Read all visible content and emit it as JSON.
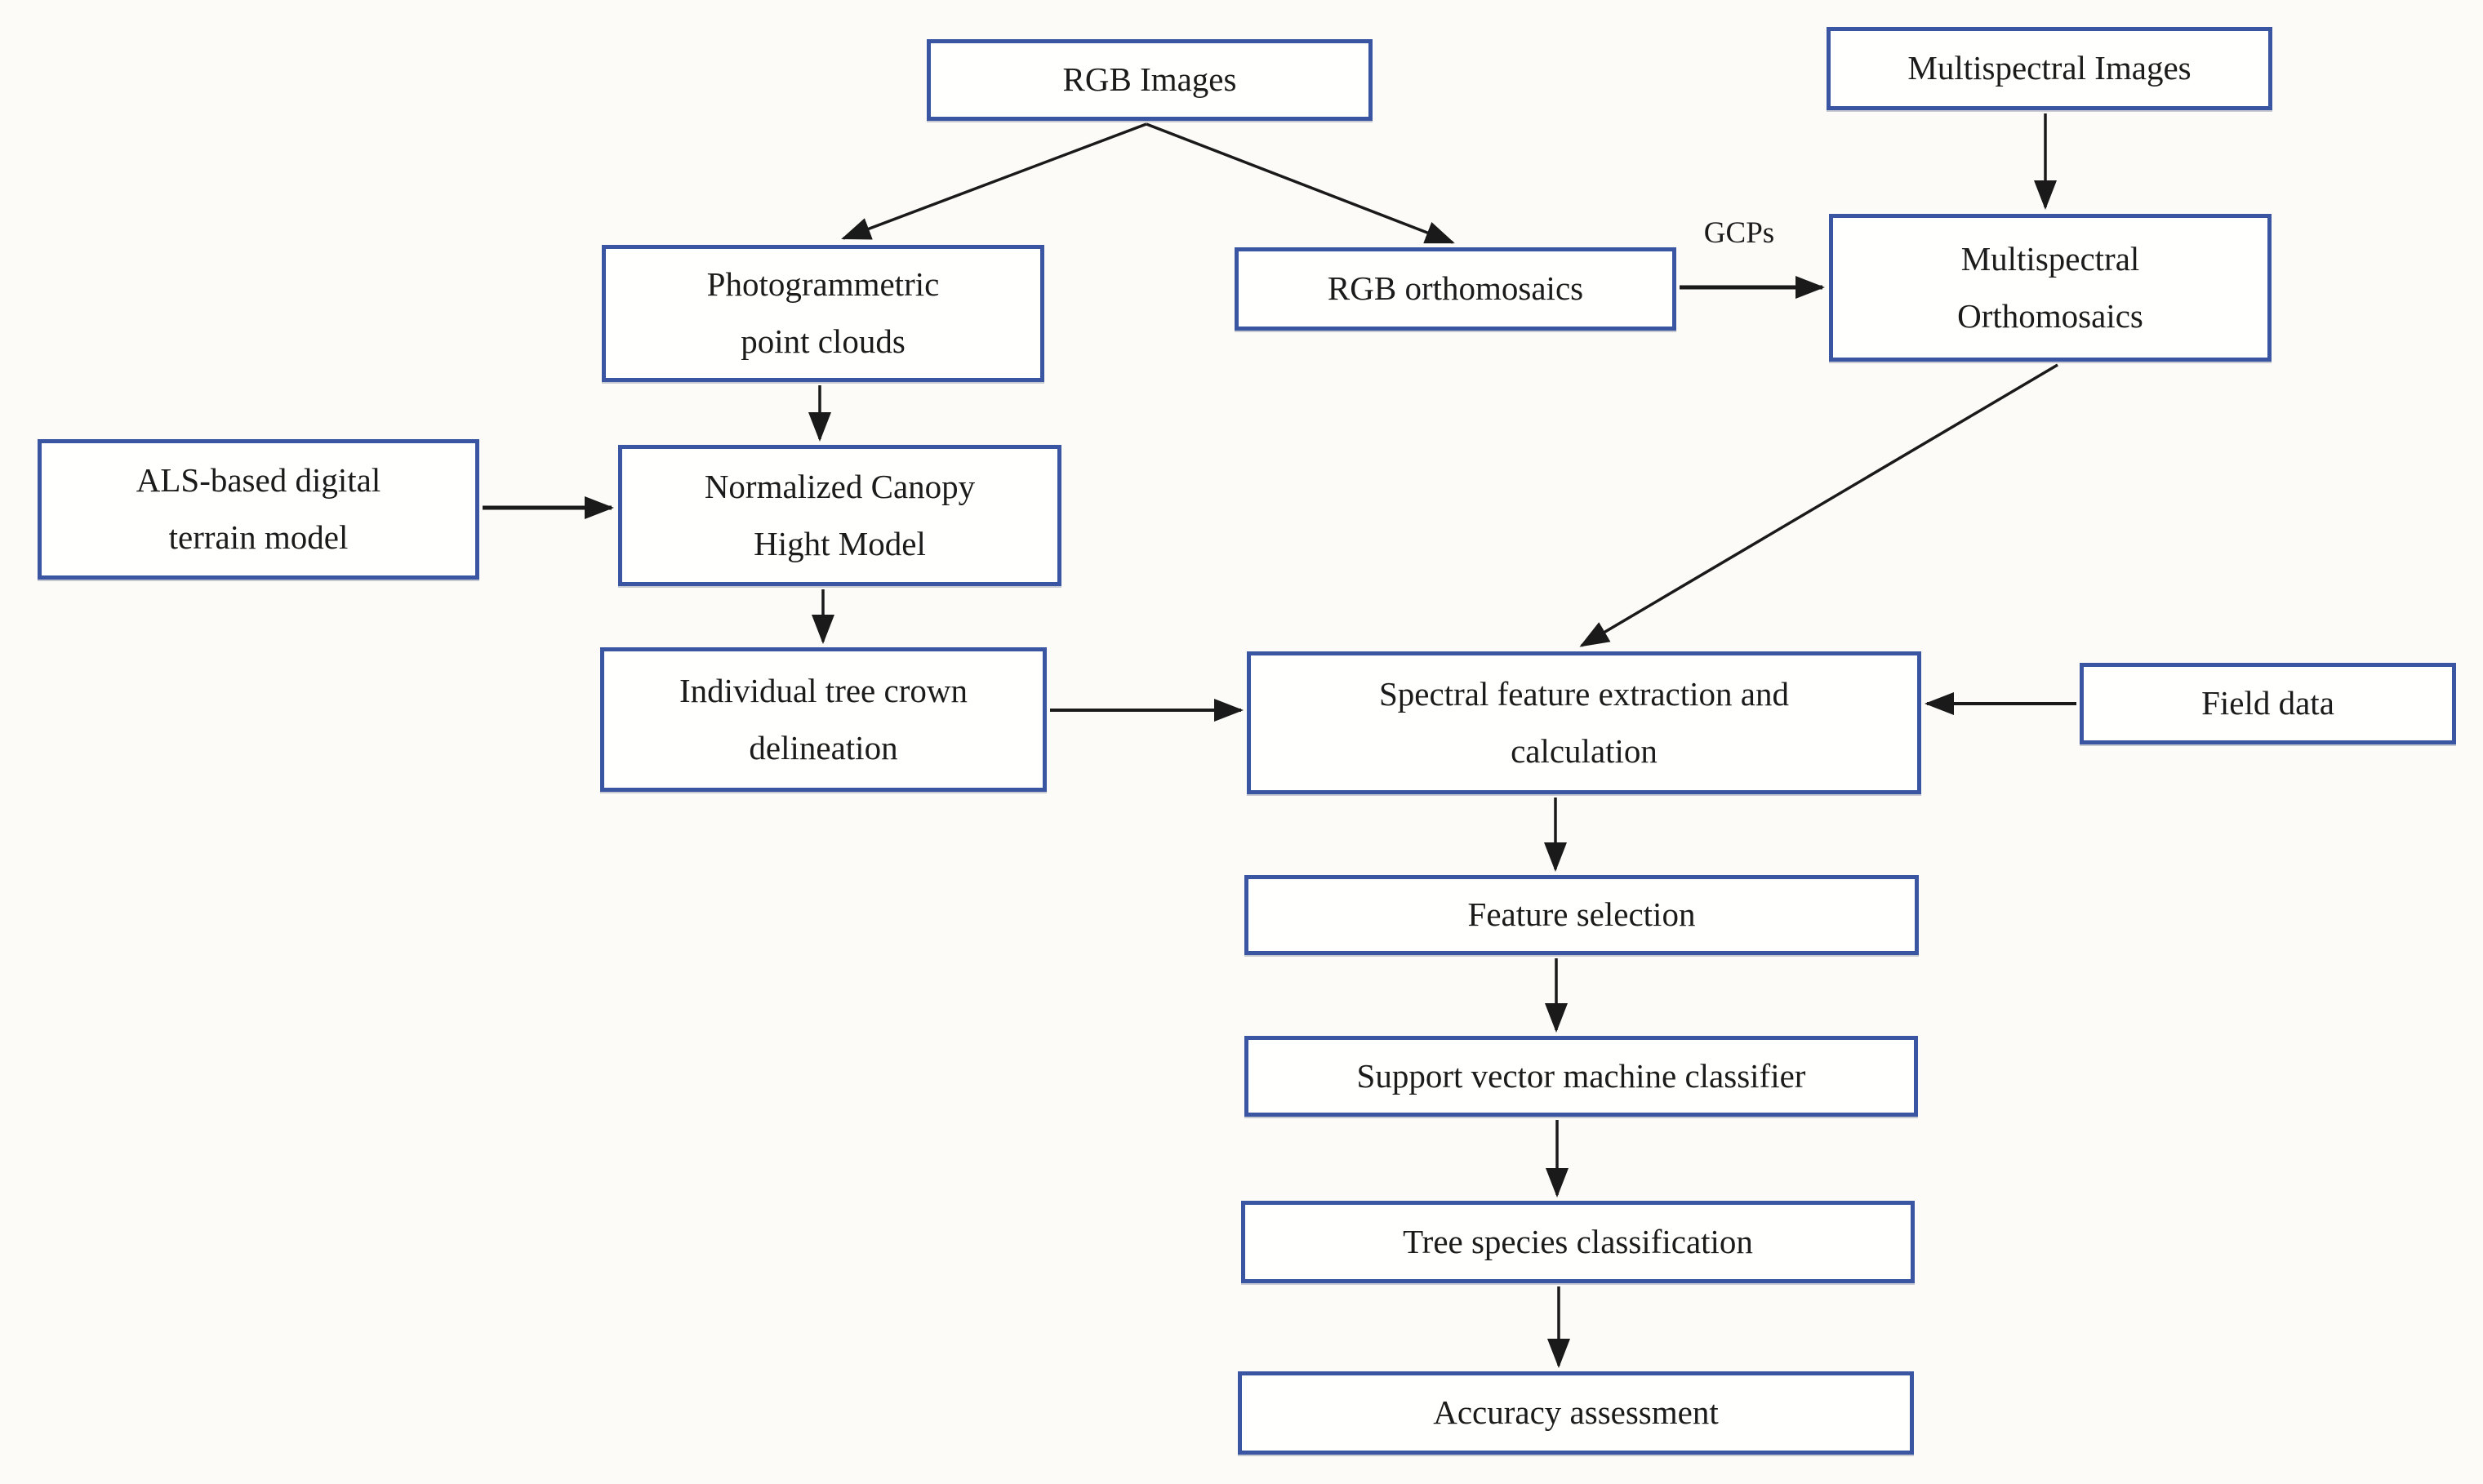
{
  "diagram": {
    "type": "flowchart",
    "nodes": [
      {
        "id": "rgb-images",
        "lines": [
          "RGB Images"
        ]
      },
      {
        "id": "multispectral-images",
        "lines": [
          "Multispectral Images"
        ]
      },
      {
        "id": "photogrammetric-point-clouds",
        "lines": [
          "Photogrammetric",
          "point clouds"
        ]
      },
      {
        "id": "rgb-orthomosaics",
        "lines": [
          "RGB orthomosaics"
        ]
      },
      {
        "id": "multispectral-orthomosaics",
        "lines": [
          "Multispectral",
          "Orthomosaics"
        ]
      },
      {
        "id": "als-based-digital-terrain-model",
        "lines": [
          "ALS-based digital",
          "terrain model"
        ]
      },
      {
        "id": "normalized-canopy-hight-model",
        "lines": [
          "Normalized Canopy",
          "Hight Model"
        ]
      },
      {
        "id": "individual-tree-crown-delineation",
        "lines": [
          "Individual tree crown",
          "delineation"
        ]
      },
      {
        "id": "spectral-feature-extraction-and-calculation",
        "lines": [
          "Spectral feature extraction and",
          "calculation"
        ]
      },
      {
        "id": "field-data",
        "lines": [
          "Field data"
        ]
      },
      {
        "id": "feature-selection",
        "lines": [
          "Feature selection"
        ]
      },
      {
        "id": "support-vector-machine-classifier",
        "lines": [
          "Support vector machine classifier"
        ]
      },
      {
        "id": "tree-species-classification",
        "lines": [
          "Tree species classification"
        ]
      },
      {
        "id": "accuracy-assessment",
        "lines": [
          "Accuracy assessment"
        ]
      }
    ],
    "edge_labels": {
      "gcps": "GCPs"
    },
    "colors": {
      "box_border": "#3a55a2",
      "box_fill": "#fffffe",
      "arrow": "#1a1a1a",
      "background": "#fcfbf8",
      "text": "#1b1b1b"
    }
  }
}
